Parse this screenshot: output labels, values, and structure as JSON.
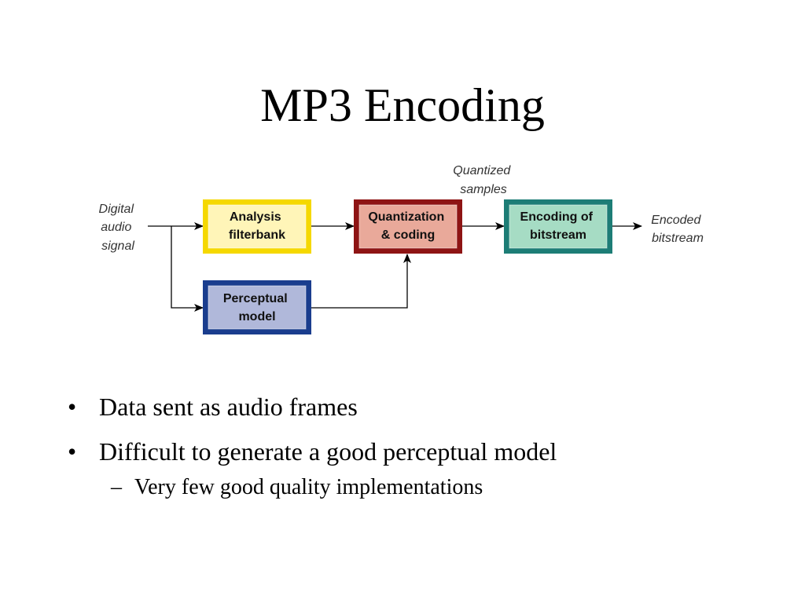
{
  "slide": {
    "title": "MP3 Encoding"
  },
  "diagram": {
    "input_label": [
      "Digital",
      "audio",
      "signal"
    ],
    "output_label": [
      "Encoded",
      "bitstream"
    ],
    "samples_label": [
      "Quantized",
      "samples"
    ],
    "boxes": {
      "analysis": {
        "lines": [
          "Analysis",
          "filterbank"
        ],
        "fill": "#fff5b8",
        "border": "#f5d800"
      },
      "quantization": {
        "lines": [
          "Quantization",
          "& coding"
        ],
        "fill": "#e9a99a",
        "border": "#8e1414"
      },
      "encoding": {
        "lines": [
          "Encoding of",
          "bitstream"
        ],
        "fill": "#a6dcc4",
        "border": "#1d7d76"
      },
      "perceptual": {
        "lines": [
          "Perceptual",
          "model"
        ],
        "fill": "#b0b8da",
        "border": "#1a3d8e"
      }
    }
  },
  "bullets": [
    {
      "marker": "•",
      "text": "Data sent as audio frames"
    },
    {
      "marker": "•",
      "text": "Difficult to generate a good perceptual model"
    }
  ],
  "sub_bullets": [
    {
      "marker": "–",
      "text": "Very few good quality implementations"
    }
  ]
}
